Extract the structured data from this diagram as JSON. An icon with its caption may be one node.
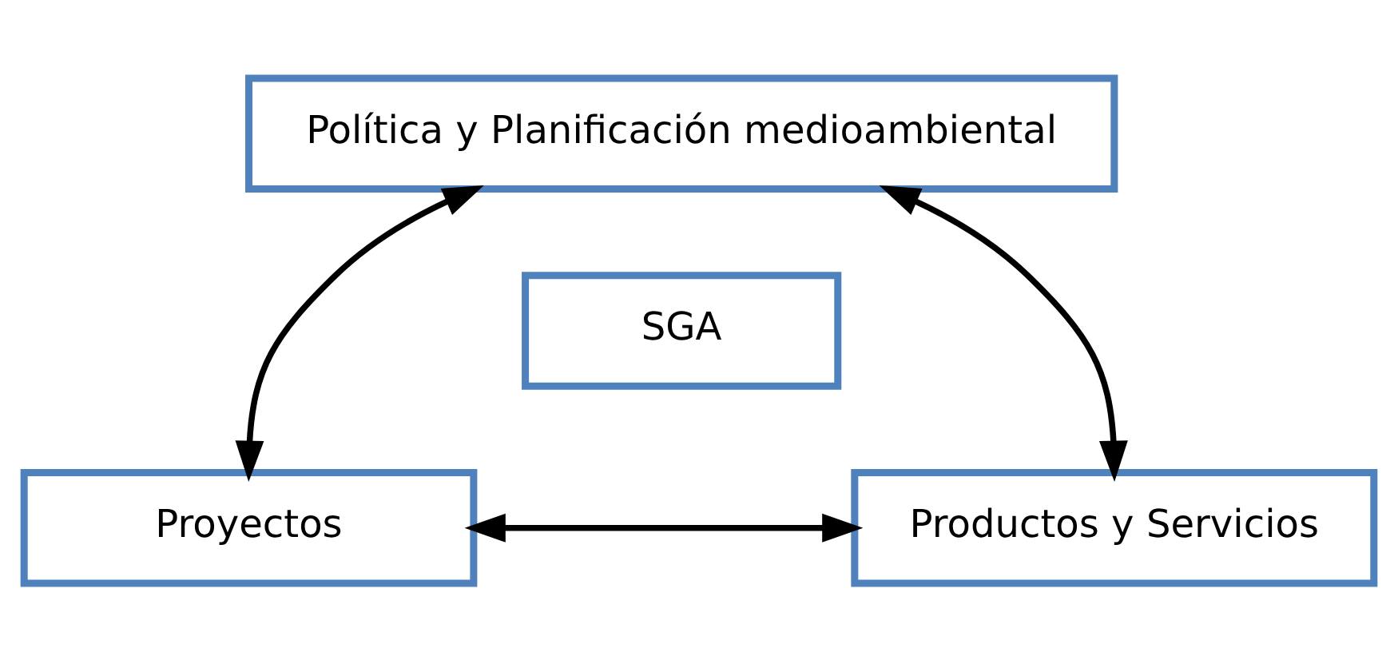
{
  "diagram": {
    "nodes": [
      {
        "text": [
          "Política y Planificación medioambiental"
        ]
      },
      {
        "text": [
          "SGA"
        ]
      },
      {
        "text": [
          "Proyectos"
        ]
      },
      {
        "text": [
          "Productos y Servicios"
        ]
      }
    ],
    "edges": [
      {
        "from": 0,
        "to": 2,
        "arrow": "both"
      },
      {
        "from": 0,
        "to": 3,
        "arrow": "both"
      },
      {
        "from": 2,
        "to": 3,
        "arrow": "both"
      }
    ]
  }
}
